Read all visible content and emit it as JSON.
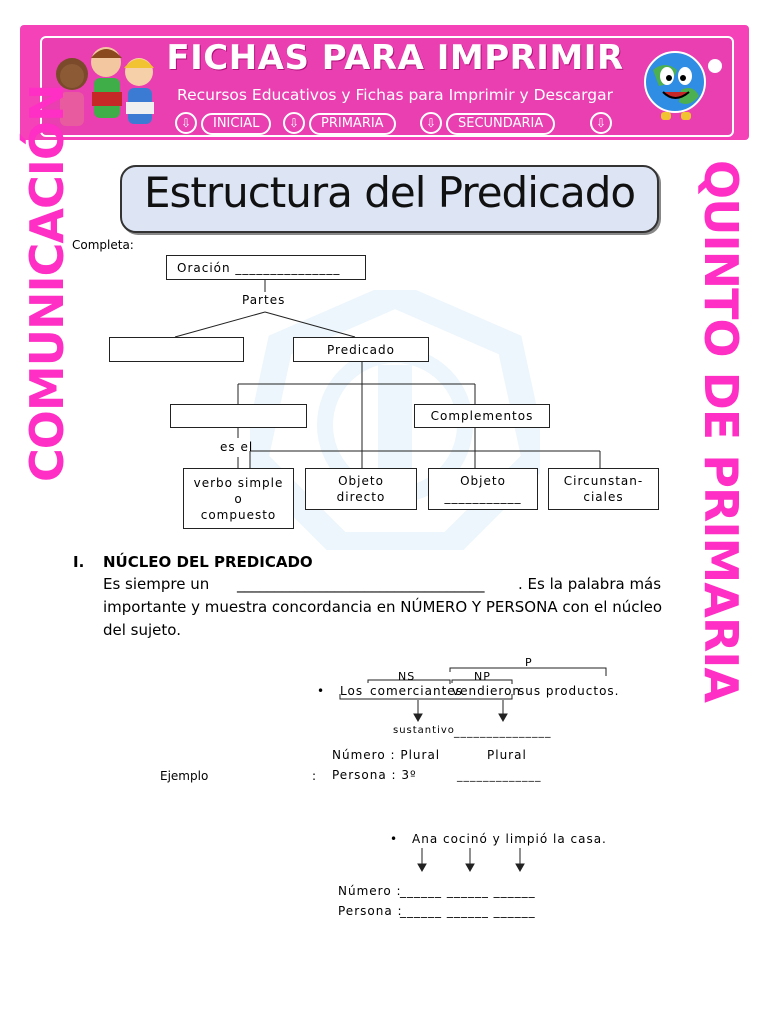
{
  "banner": {
    "title": "FICHAS PARA IMPRIMIR",
    "subtitle": "Recursos Educativos y Fichas para Imprimir y Descargar",
    "levels": [
      "INICIAL",
      "PRIMARIA",
      "SECUNDARIA"
    ]
  },
  "side": {
    "left": "COMUNICACIÓN",
    "right": "QUINTO DE PRIMARIA"
  },
  "title": "Estructura del Predicado",
  "instruction": "Completa:",
  "diagram": {
    "oracion": "Oración _______________",
    "partes": "Partes",
    "predicado": "Predicado",
    "complementos": "Complementos",
    "es_el": "es el",
    "verbo": "verbo simple o compuesto",
    "verbo_l1": "verbo simple",
    "verbo_l2": "o",
    "verbo_l3": "compuesto",
    "od_l1": "Objeto",
    "od_l2": "directo",
    "obj_l1": "Objeto",
    "obj_l2": "___________",
    "cc_l1": "Circunstan-",
    "cc_l2": "ciales"
  },
  "section1": {
    "number": "I.",
    "heading": "NÚCLEO DEL PREDICADO",
    "line1a": "Es siempre un",
    "line1blank": "_________________________________",
    "line1b": ". Es la palabra más",
    "line2": "importante y muestra concordancia en NÚMERO Y PERSONA con el núcleo",
    "line3": "del sujeto."
  },
  "example1": {
    "p": "P",
    "ns": "NS",
    "np": "NP",
    "bullet": "•",
    "w_los": "Los",
    "w_comerciantes": "comerciantes",
    "w_vendieron": "vendieron",
    "w_rest": "sus  productos.",
    "sustantivo": "sustantivo",
    "blank1": "_______________",
    "numero_label": "Número   :  Plural",
    "numero_val2": "Plural",
    "persona_label": "Persona   :    3º",
    "blank2": "_____________",
    "ejemplo": "Ejemplo",
    "colon": ":"
  },
  "example2": {
    "bullet": "•",
    "sentence": "Ana  cocinó  y  limpió  la  casa.",
    "numero": "Número :",
    "persona": "Persona :",
    "blanks": "______  ______  ______"
  }
}
